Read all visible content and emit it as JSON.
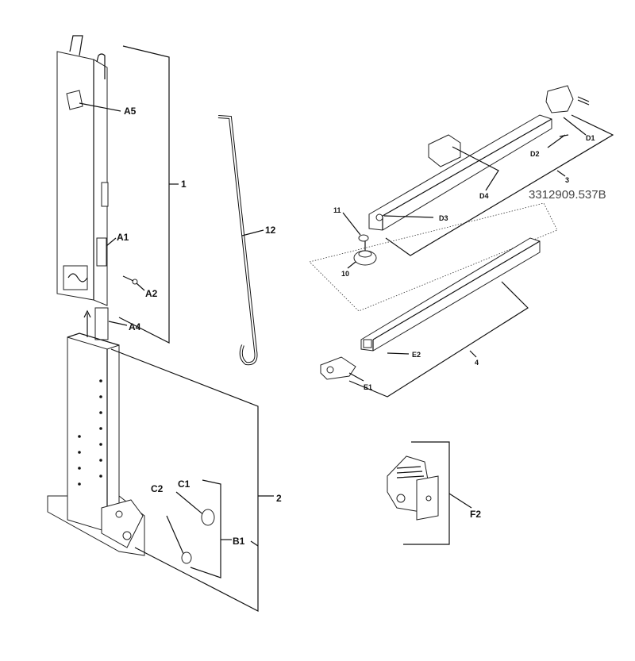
{
  "part_number": "3312909.537B",
  "callouts": {
    "a5": "A5",
    "one": "1",
    "a1": "A1",
    "a2": "A2",
    "a4": "A4",
    "twelve": "12",
    "eleven": "11",
    "ten": "10",
    "d1": "D1",
    "d2": "D2",
    "d3": "D3",
    "d4": "D4",
    "three": "3",
    "e1": "E1",
    "e2": "E2",
    "four": "4",
    "c1": "C1",
    "c2": "C2",
    "two": "2",
    "b1": "B1",
    "f2": "F2"
  }
}
